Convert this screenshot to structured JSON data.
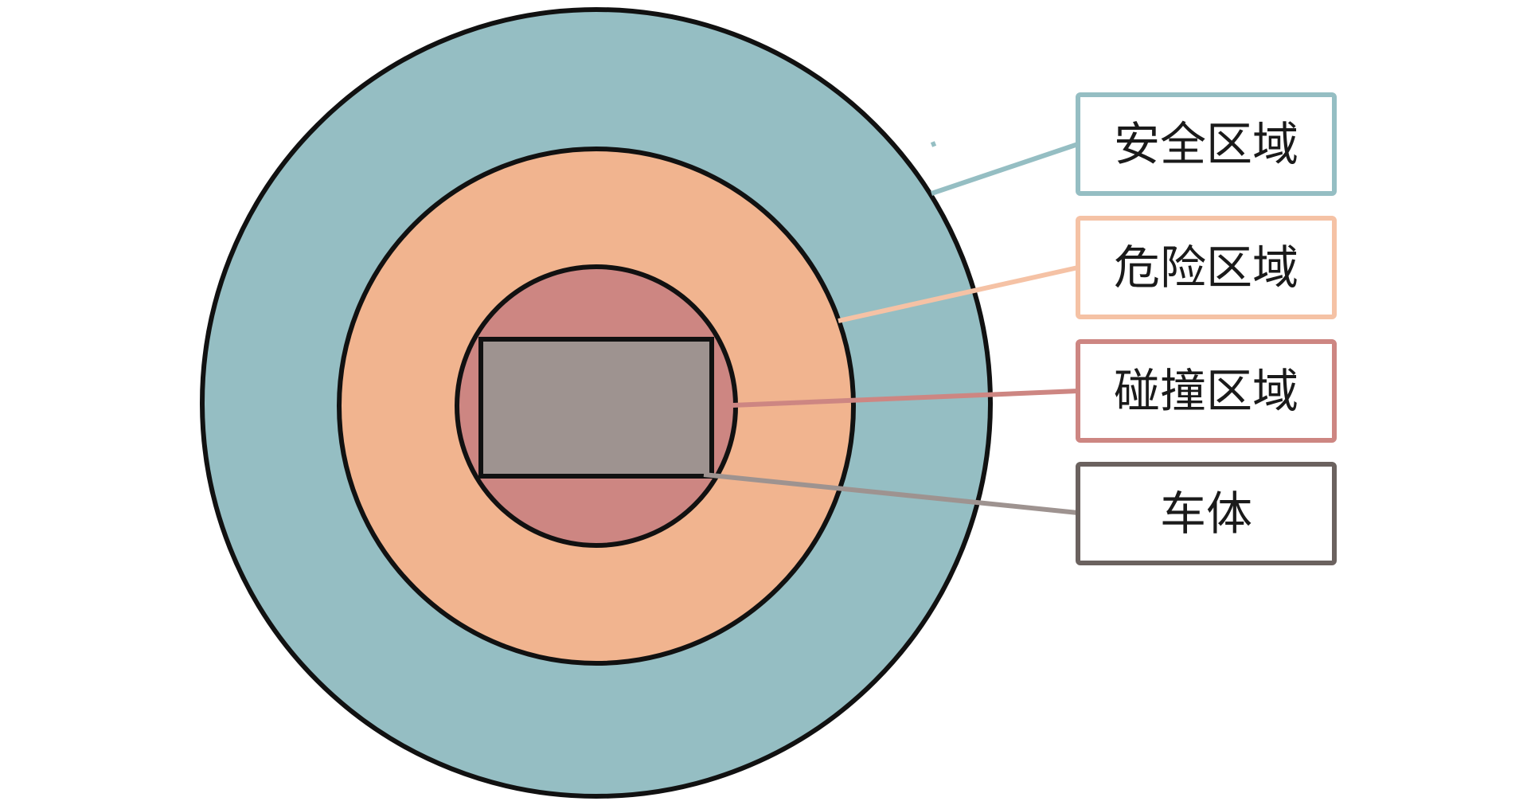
{
  "diagram": {
    "zones": [
      {
        "key": "safe",
        "label": "安全区域",
        "color": "#95bec3",
        "border_color": "#95bec3"
      },
      {
        "key": "danger",
        "label": "危险区域",
        "color": "#f1b48f",
        "border_color": "#f5c2a5"
      },
      {
        "key": "collision",
        "label": "碰撞区域",
        "color": "#cd8682",
        "border_color": "#cd8682"
      },
      {
        "key": "vehicle",
        "label": "车体",
        "color": "#9e9390",
        "border_color": "#6b625f"
      }
    ],
    "outline_color": "#111111"
  }
}
